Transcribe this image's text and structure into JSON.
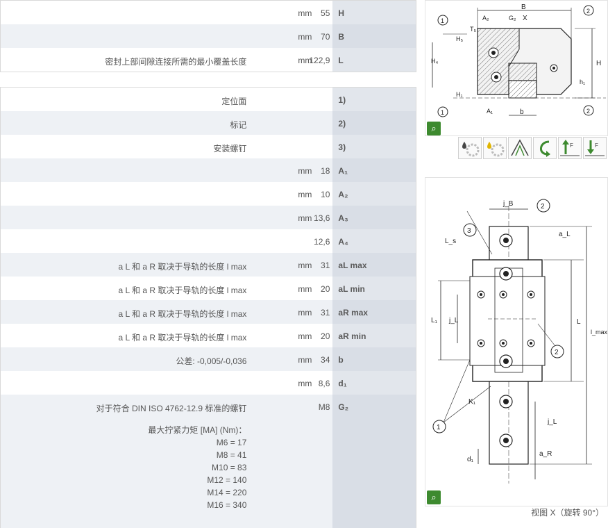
{
  "table1": [
    {
      "label": "H",
      "value": "55",
      "unit": "mm",
      "desc": ""
    },
    {
      "label": "B",
      "value": "70",
      "unit": "mm",
      "desc": ""
    },
    {
      "label": "L",
      "value": "122,9",
      "unit": "mm",
      "desc": "密封上部间隙连接所需的最小覆盖长度"
    }
  ],
  "table2": [
    {
      "label": "1)",
      "value": "",
      "unit": "",
      "desc": "定位面"
    },
    {
      "label": "2)",
      "value": "",
      "unit": "",
      "desc": "标记"
    },
    {
      "label": "3)",
      "value": "",
      "unit": "",
      "desc": "安装螺钉"
    },
    {
      "label": "A₁",
      "value": "18",
      "unit": "mm",
      "desc": ""
    },
    {
      "label": "A₂",
      "value": "10",
      "unit": "mm",
      "desc": ""
    },
    {
      "label": "A₃",
      "value": "13,6",
      "unit": "mm",
      "desc": ""
    },
    {
      "label": "A₄",
      "value": "12,6",
      "unit": "",
      "desc": ""
    },
    {
      "label": "aL max",
      "value": "31",
      "unit": "mm",
      "desc": "a L 和 a R 取决于导轨的长度 l max"
    },
    {
      "label": "aL min",
      "value": "20",
      "unit": "mm",
      "desc": "a L 和 a R 取决于导轨的长度 l max"
    },
    {
      "label": "aR max",
      "value": "31",
      "unit": "mm",
      "desc": "a L 和 a R 取决于导轨的长度 l max"
    },
    {
      "label": "aR min",
      "value": "20",
      "unit": "mm",
      "desc": "a L 和 a R 取决于导轨的长度 l max"
    },
    {
      "label": "b",
      "value": "34",
      "unit": "mm",
      "desc": "公差: -0,005/-0,036"
    },
    {
      "label": "d₁",
      "value": "8,6",
      "unit": "mm",
      "desc": ""
    },
    {
      "label": "G₂",
      "value": "M8",
      "unit": "",
      "desc": "对于符合 DIN ISO 4762-12.9 标准的螺钉"
    }
  ],
  "torque": {
    "title": "最大拧紧力矩 [MA] (Nm)：",
    "lines": [
      "M6 = 17",
      "M8 = 41",
      "M10 = 83",
      "M12 = 140",
      "M14 = 220",
      "M16 = 340"
    ]
  },
  "top_drawing_labels": {
    "B": "B",
    "X": "X",
    "G2": "G₂",
    "A2": "A₂",
    "T5": "T₅",
    "H5": "H₅",
    "H4": "H₄",
    "H": "H",
    "h1": "h₁",
    "H1": "H₁",
    "A1": "A₁",
    "b": "b",
    "c1": "1",
    "c2": "2"
  },
  "side_drawing_labels": {
    "jB": "j_B",
    "aL": "a_L",
    "Ls": "L_s",
    "L1": "L₁",
    "jL": "j_L",
    "L": "L",
    "lmax": "l_max",
    "K1": "K₁",
    "jL2": "j_L",
    "aR": "a_R",
    "d1": "d₁",
    "c1": "1",
    "c2": "2",
    "c3": "3"
  },
  "caption": "视图 X（旋转 90°）",
  "feature_icons": [
    "lubrication-oil-icon",
    "lubrication-grease-icon",
    "profile-icon",
    "rotation-icon",
    "load-up-icon",
    "load-down-icon"
  ],
  "zoom_symbol": "⌕",
  "colors": {
    "label_bg": "#e2e6ec",
    "alt_row": "#eef1f5",
    "zoom_green": "#3d8a2f",
    "hatch": "#888888"
  }
}
